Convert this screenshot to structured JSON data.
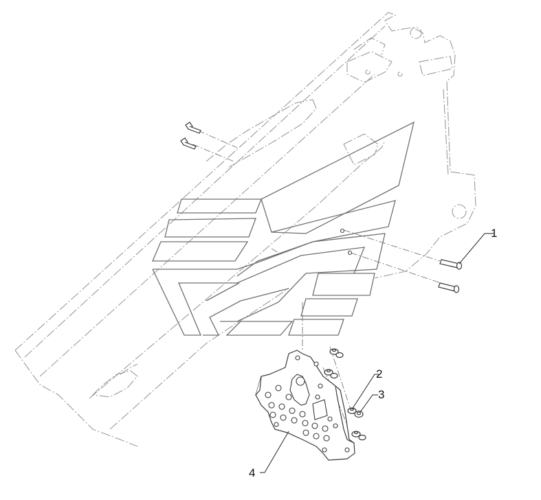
{
  "callouts": [
    {
      "id": "1",
      "label": "1"
    },
    {
      "id": "2",
      "label": "2"
    },
    {
      "id": "3",
      "label": "3"
    },
    {
      "id": "4",
      "label": "4"
    }
  ],
  "colors": {
    "background": "#ffffff",
    "phantom_line": "#9a9a9a",
    "part_line": "#3a3a3a",
    "decal_line": "#6f6f6f",
    "label_text": "#111111"
  }
}
